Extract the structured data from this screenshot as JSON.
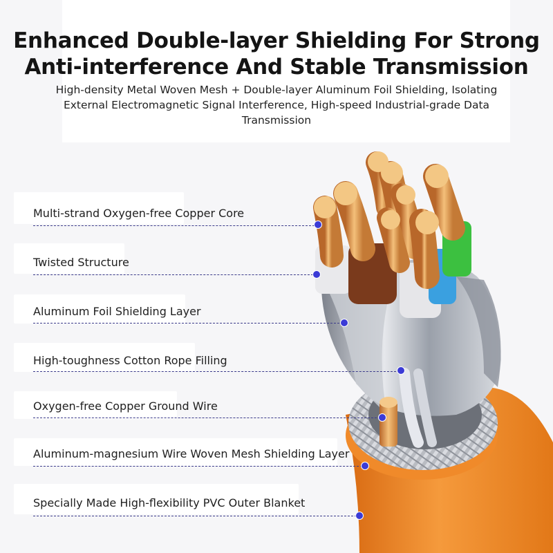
{
  "header": {
    "title_line1": "Enhanced Double-layer Shielding For Strong",
    "title_line2": "Anti-interference And Stable Transmission",
    "subtitle_line1": "High-density Metal Woven Mesh + Double-layer Aluminum Foil Shielding, Isolating",
    "subtitle_line2": "External Electromagnetic Signal Interference, High-speed Industrial-grade Data",
    "subtitle_line3": "Transmission"
  },
  "callouts": [
    {
      "label": "Multi-strand Oxygen-free Copper Core"
    },
    {
      "label": "Twisted Structure"
    },
    {
      "label": "Aluminum Foil Shielding Layer"
    },
    {
      "label": "High-toughness Cotton Rope Filling"
    },
    {
      "label": "Oxygen-free Copper Ground Wire"
    },
    {
      "label": "Aluminum-magnesium Wire Woven Mesh Shielding Layer"
    },
    {
      "label": "Specially Made High-flexibility PVC Outer Blanket"
    }
  ],
  "colors": {
    "accent_dot": "#3b3bd6",
    "outer_jacket": "#f08a2a",
    "copper": "#e8a050",
    "foil": "#b8bcc4",
    "pair_white": "#e8e8ea",
    "pair_brown": "#7a3a1c",
    "pair_blue": "#3aa0e0",
    "pair_green": "#3cc040"
  }
}
